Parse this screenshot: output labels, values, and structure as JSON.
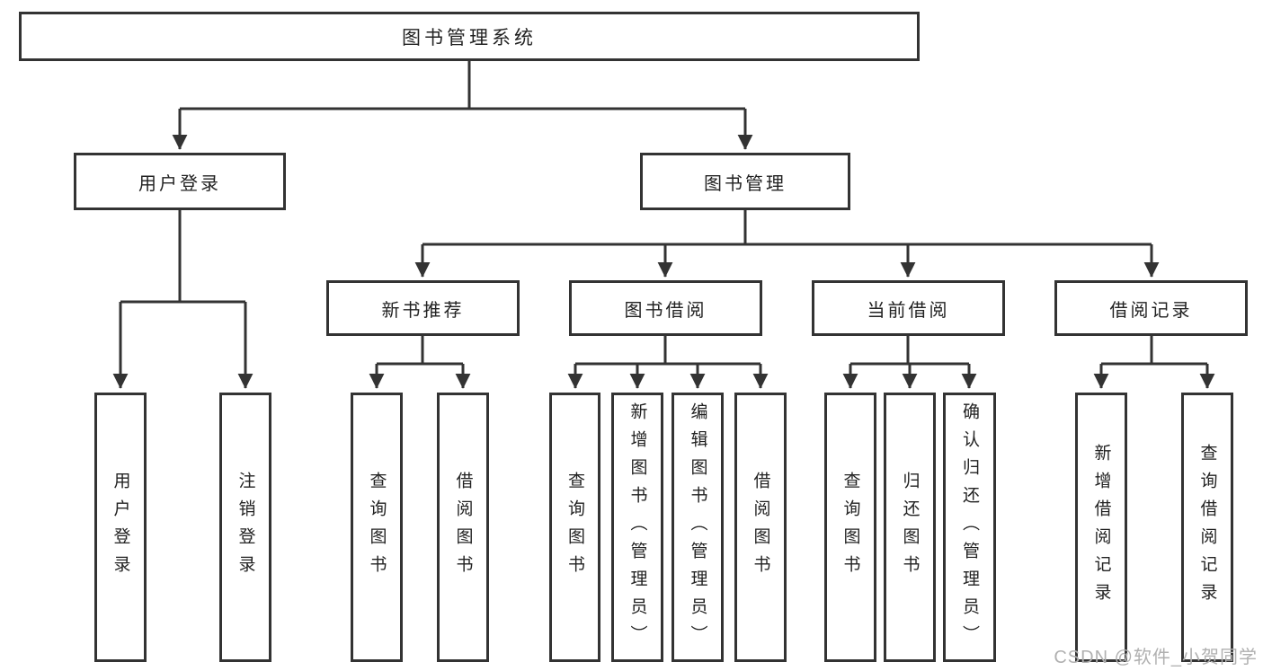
{
  "tree": {
    "label": "图书管理系统",
    "children": [
      {
        "label": "用户登录",
        "children": [
          {
            "label": "用户登录"
          },
          {
            "label": "注销登录"
          }
        ]
      },
      {
        "label": "图书管理",
        "children": [
          {
            "label": "新书推荐",
            "children": [
              {
                "label": "查询图书"
              },
              {
                "label": "借阅图书"
              }
            ]
          },
          {
            "label": "图书借阅",
            "children": [
              {
                "label": "查询图书"
              },
              {
                "label": "新增图书（管理员）"
              },
              {
                "label": "编辑图书（管理员）"
              },
              {
                "label": "借阅图书"
              }
            ]
          },
          {
            "label": "当前借阅",
            "children": [
              {
                "label": "查询图书"
              },
              {
                "label": "归还图书"
              },
              {
                "label": "确认归还（管理员）"
              }
            ]
          },
          {
            "label": "借阅记录",
            "children": [
              {
                "label": "新增借阅记录"
              },
              {
                "label": "查询借阅记录"
              }
            ]
          }
        ]
      }
    ]
  },
  "watermark": "CSDN @软件_小贺同学",
  "colors": {
    "line": "#333333",
    "text": "#222222",
    "background": "#ffffff",
    "watermark": "#b0b0b0"
  }
}
